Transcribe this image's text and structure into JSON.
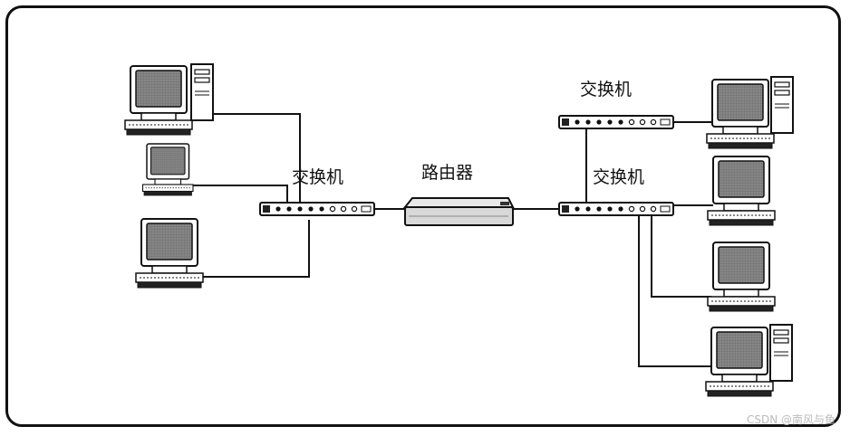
{
  "labels": {
    "switch_left": "交换机",
    "router": "路由器",
    "switch_right_top": "交换机",
    "switch_right_bottom": "交换机"
  },
  "watermark": "CSDN @南风与鱼"
}
